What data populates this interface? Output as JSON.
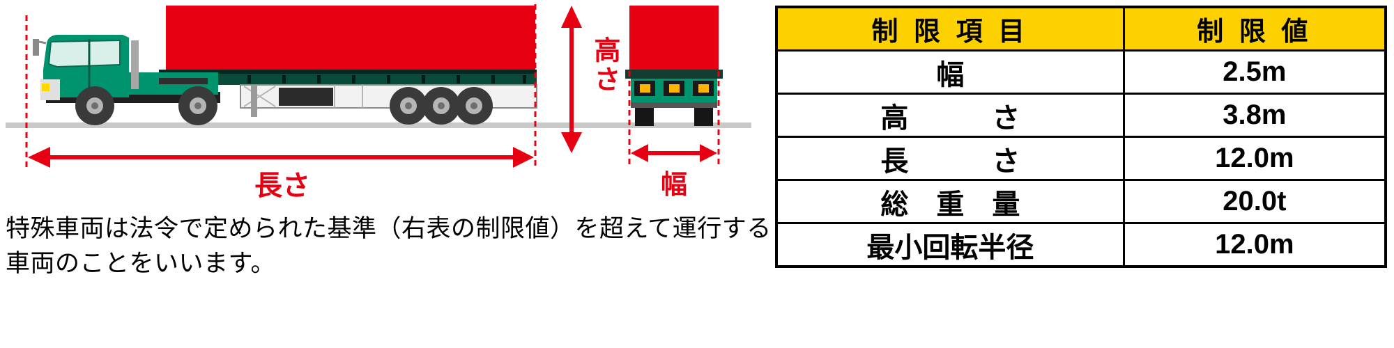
{
  "diagram": {
    "length_label": "長さ",
    "height_label": "高さ",
    "width_label": "幅"
  },
  "table": {
    "header": {
      "item": "制 限 項 目",
      "value": "制 限 値"
    },
    "rows": [
      {
        "item": "幅",
        "value": "2.5m"
      },
      {
        "item": "高　　　さ",
        "value": "3.8m"
      },
      {
        "item": "長　　　さ",
        "value": "12.0m"
      },
      {
        "item": "総　重　量",
        "value": "20.0t"
      },
      {
        "item": "最小回転半径",
        "value": "12.0m"
      }
    ]
  },
  "caption": "特殊車両は法令で定められた基準（右表の制限値）を超えて運行する車両のことをいいます。",
  "colors": {
    "accent_red": "#e60012",
    "truck_green": "#00946e",
    "dark_green": "#0b4a3a",
    "header_yellow": "#fdd000",
    "road_gray": "#c9c9c9"
  }
}
